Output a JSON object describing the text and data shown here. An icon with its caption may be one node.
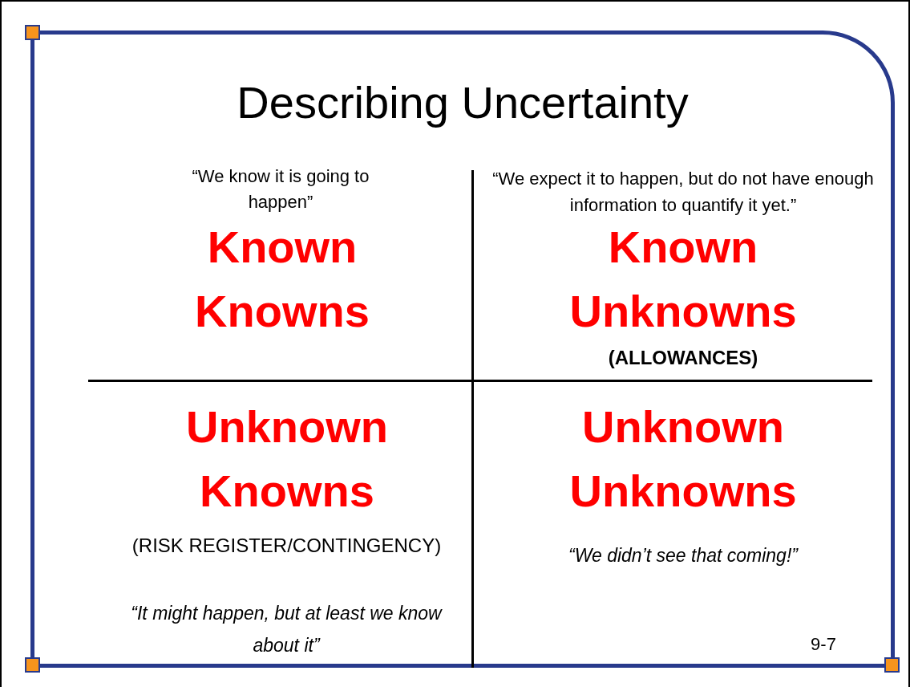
{
  "diagram": {
    "title": "Describing Uncertainty",
    "labels": [
      "“We know it is going to happen”",
      "“We expect it to happen, but do not have enough information to quantify it yet.”",
      "Known Knowns",
      "Known Unknowns",
      "(ALLOWANCES)",
      "Unknown Knowns",
      "Unknown Unknowns",
      "(RISK REGISTER/CONTINGENCY)",
      "“We didn’t see that coming!”",
      "“It might happen, but at least we know about it”",
      "9-7"
    ]
  }
}
